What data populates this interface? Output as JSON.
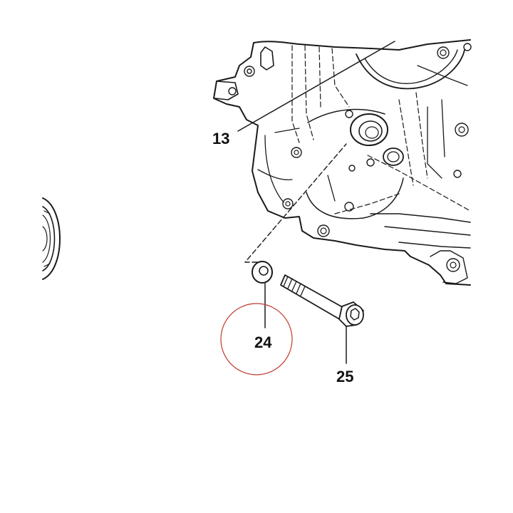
{
  "callouts": [
    {
      "id": "13",
      "label": "13"
    },
    {
      "id": "24",
      "label": "24"
    },
    {
      "id": "25",
      "label": "25"
    }
  ],
  "colors": {
    "line": "#1a1a1a",
    "highlight_circle": "#c0392b",
    "background": "#ffffff"
  },
  "highlighted_callout": "24"
}
